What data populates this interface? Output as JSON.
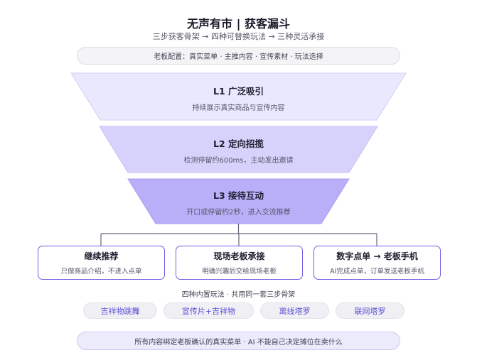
{
  "header": {
    "title": "无声有市 | 获客漏斗",
    "subtitle": "三步获客骨架 → 四种可替换玩法 → 三种灵活承接"
  },
  "config": {
    "text": "老板配置：真实菜单 · 主推内容 · 宣传素材 · 玩法选择"
  },
  "funnel": {
    "layers": [
      {
        "title": "L1 广泛吸引",
        "desc": "持续展示真实商品与宣传内容",
        "color": "#e9e8fd"
      },
      {
        "title": "L2 定向招揽",
        "desc": "检测停留约600ms，主动发出邀请",
        "color": "#d7d2fb"
      },
      {
        "title": "L3 接待互动",
        "desc": "开口或停留约2秒，进入交流推荐",
        "color": "#b9aff8"
      }
    ]
  },
  "branches": [
    {
      "title": "继续推荐",
      "desc": "只做商品介绍，不进入点单"
    },
    {
      "title": "现场老板承接",
      "desc": "明确兴趣后交给现场老板"
    },
    {
      "title": "数字点单 → 老板手机",
      "desc": "AI完成点单，订单发送老板手机"
    }
  ],
  "modes": {
    "caption": "四种内置玩法 · 共用同一套三步骨架",
    "tags": [
      "吉祥物跳舞",
      "宣传片+吉祥物",
      "离线塔罗",
      "联网塔罗"
    ]
  },
  "footer": {
    "text": "所有内容绑定老板确认的真实菜单 · AI 不能自己决定摊位在卖什么"
  },
  "colors": {
    "accent": "#6d5fe6",
    "connector": "#666677"
  }
}
